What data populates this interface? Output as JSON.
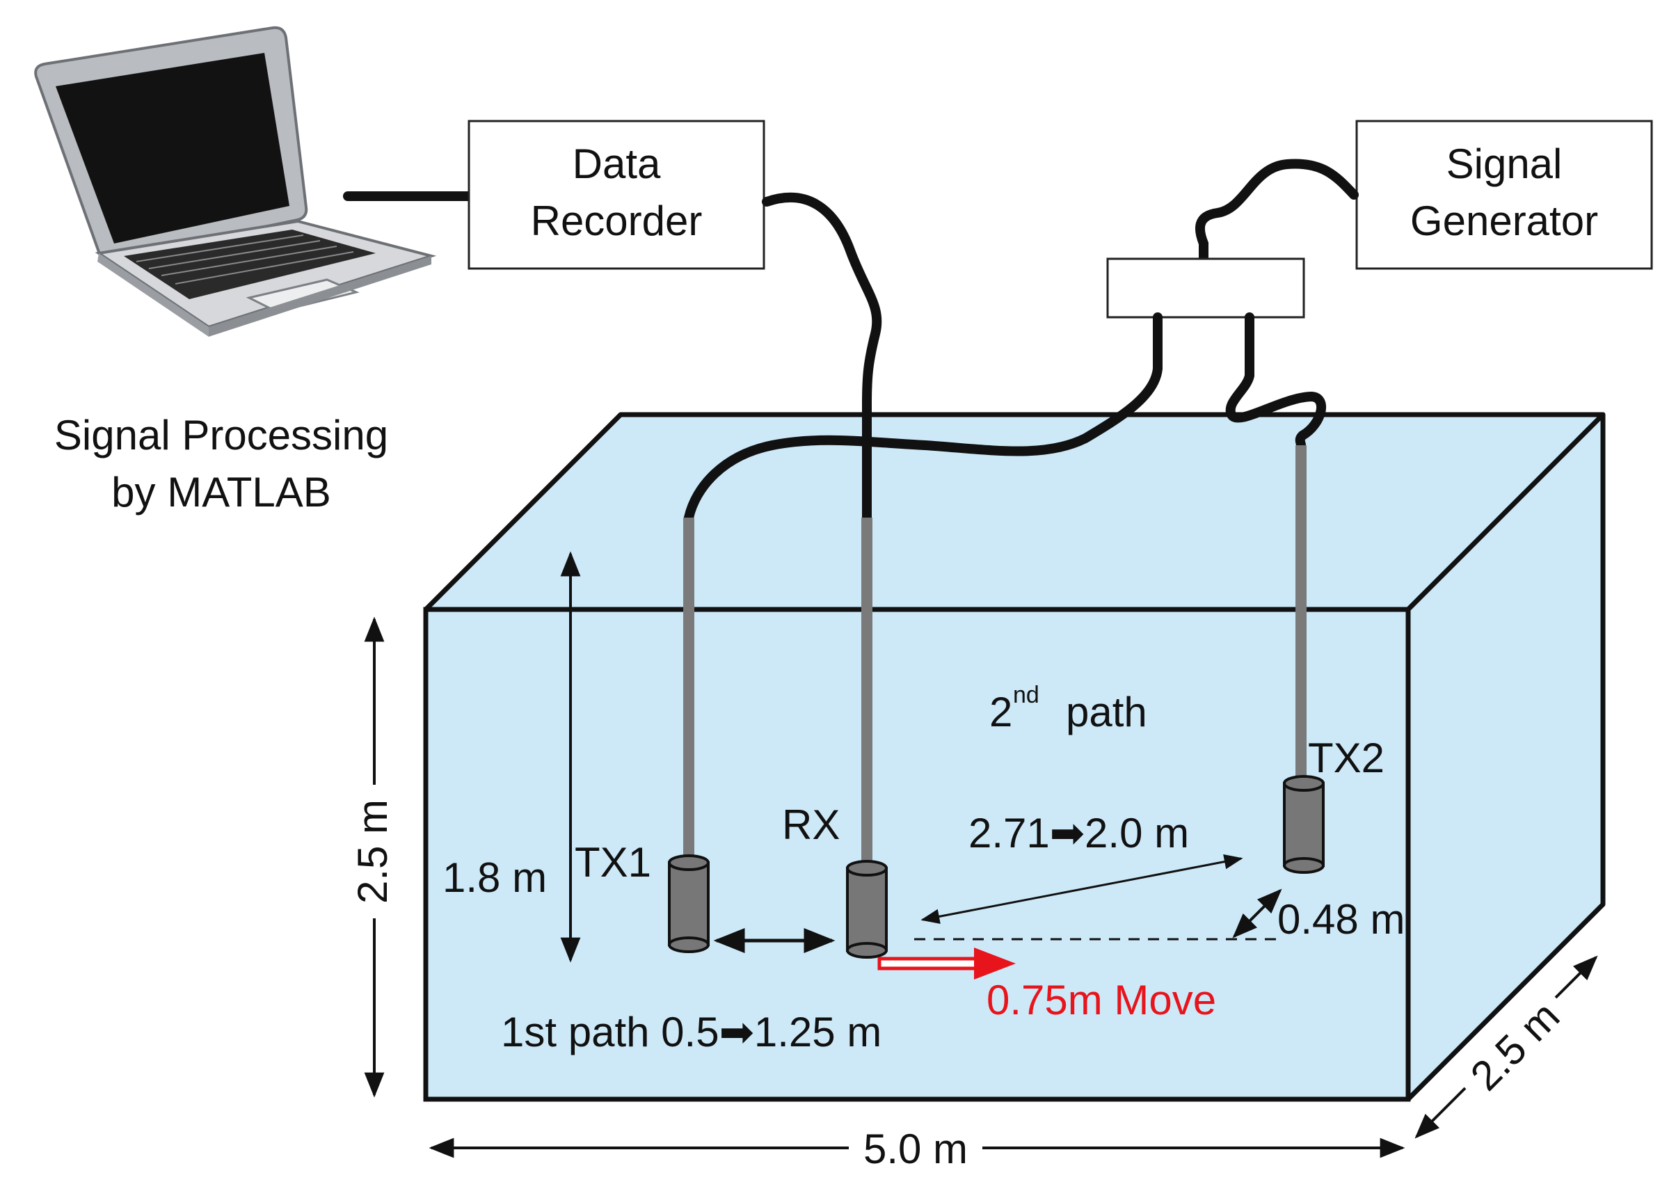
{
  "laptop": {
    "caption_line1": "Signal Processing",
    "caption_line2": "by MATLAB"
  },
  "data_recorder": {
    "line1": "Data",
    "line2": "Recorder"
  },
  "signal_generator": {
    "line1": "Signal",
    "line2": "Generator"
  },
  "tank": {
    "height_label": "2.5 m",
    "depth_label": "2.5 m",
    "length_label": "5.0 m",
    "water_color": "#cde9f8"
  },
  "devices": {
    "tx1_label": "TX1",
    "rx_label": "RX",
    "tx2_label": "TX2"
  },
  "measurements": {
    "hydrophone_depth": "1.8 m",
    "first_path": "1st path 0.5➡1.25 m",
    "second_path_base": "2",
    "second_path_sup": "nd",
    "second_path_word": "path",
    "tx2_distance": "2.71➡2.0 m",
    "tx2_offset": "0.48 m",
    "move_label": "0.75m Move",
    "move_color": "#e8141c"
  }
}
